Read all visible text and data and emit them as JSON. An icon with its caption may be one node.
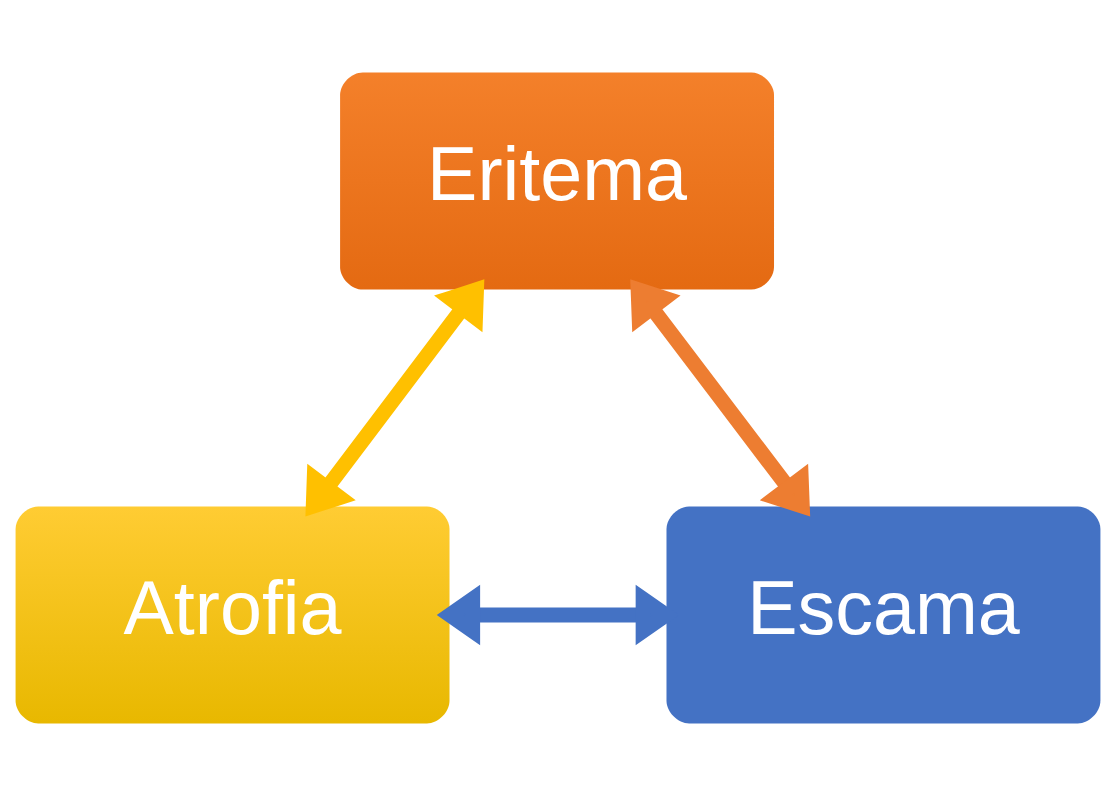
{
  "diagram": {
    "nodes": [
      {
        "text": [
          "Eritema"
        ]
      },
      {
        "text": [
          "Atrofia"
        ]
      },
      {
        "text": [
          "Escama"
        ]
      }
    ],
    "edges": [
      {
        "from": 1,
        "to": 0,
        "arrow": "both",
        "color": "#ffc000"
      },
      {
        "from": 0,
        "to": 2,
        "arrow": "both",
        "color": "#ed7d31"
      },
      {
        "from": 1,
        "to": 2,
        "arrow": "both",
        "color": "#4472c4"
      }
    ]
  }
}
